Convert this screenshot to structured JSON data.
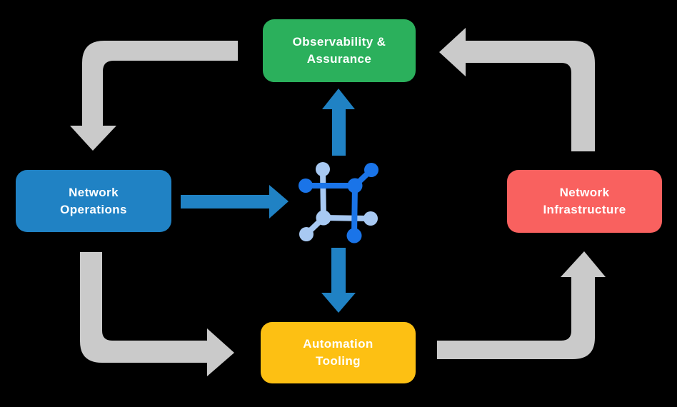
{
  "diagram": {
    "background_color": "#000000",
    "nodes": [
      {
        "id": "observability-assurance",
        "line1": "Observability &",
        "line2": "Assurance",
        "color": "#2bb05c",
        "text_color": "#ffffff"
      },
      {
        "id": "network-operations",
        "line1": "Network",
        "line2": "Operations",
        "color": "#2082c4",
        "text_color": "#ffffff"
      },
      {
        "id": "network-infrastructure",
        "line1": "Network",
        "line2": "Infrastructure",
        "color": "#f9615f",
        "text_color": "#ffffff"
      },
      {
        "id": "automation-tooling",
        "line1": "Automation",
        "line2": "Tooling",
        "color": "#fdc013",
        "text_color": "#ffffff"
      }
    ],
    "center_icon": {
      "name": "network-hub-icon",
      "dark_blue": "#1a74e8",
      "light_blue": "#a8c9f2"
    },
    "arrows": {
      "cycle_color": "#cacaca",
      "link_color": "#2082c4",
      "cycle": [
        {
          "from": "observability-assurance",
          "to": "network-operations"
        },
        {
          "from": "network-operations",
          "to": "automation-tooling"
        },
        {
          "from": "automation-tooling",
          "to": "network-infrastructure"
        },
        {
          "from": "network-infrastructure",
          "to": "observability-assurance"
        }
      ],
      "links": [
        {
          "from": "network-operations",
          "to": "center-icon"
        },
        {
          "from": "center-icon",
          "to": "observability-assurance"
        },
        {
          "from": "center-icon",
          "to": "automation-tooling"
        }
      ]
    }
  }
}
